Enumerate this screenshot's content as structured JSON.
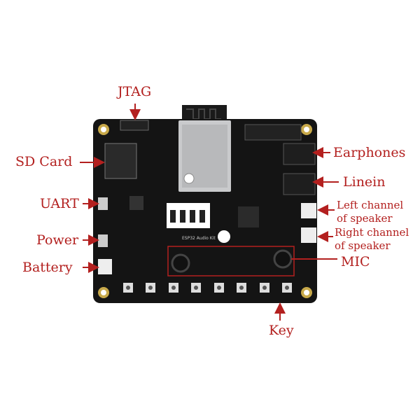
{
  "labels": {
    "jtag": "JTAG",
    "sd_card": "SD Card",
    "uart": "UART",
    "power": "Power",
    "battery": "Battery",
    "earphones": "Earphones",
    "linein": "Linein",
    "left_speaker_1": "Left channel",
    "left_speaker_2": "of speaker",
    "right_speaker_1": "Right channel",
    "right_speaker_2": "of speaker",
    "mic": "MIC",
    "key": "Key"
  },
  "board": {
    "silkscreen_title": "ESP32 Audio Kit"
  },
  "colors": {
    "label": "#b3201f",
    "board": "#141414",
    "module": "#c9cacc"
  }
}
